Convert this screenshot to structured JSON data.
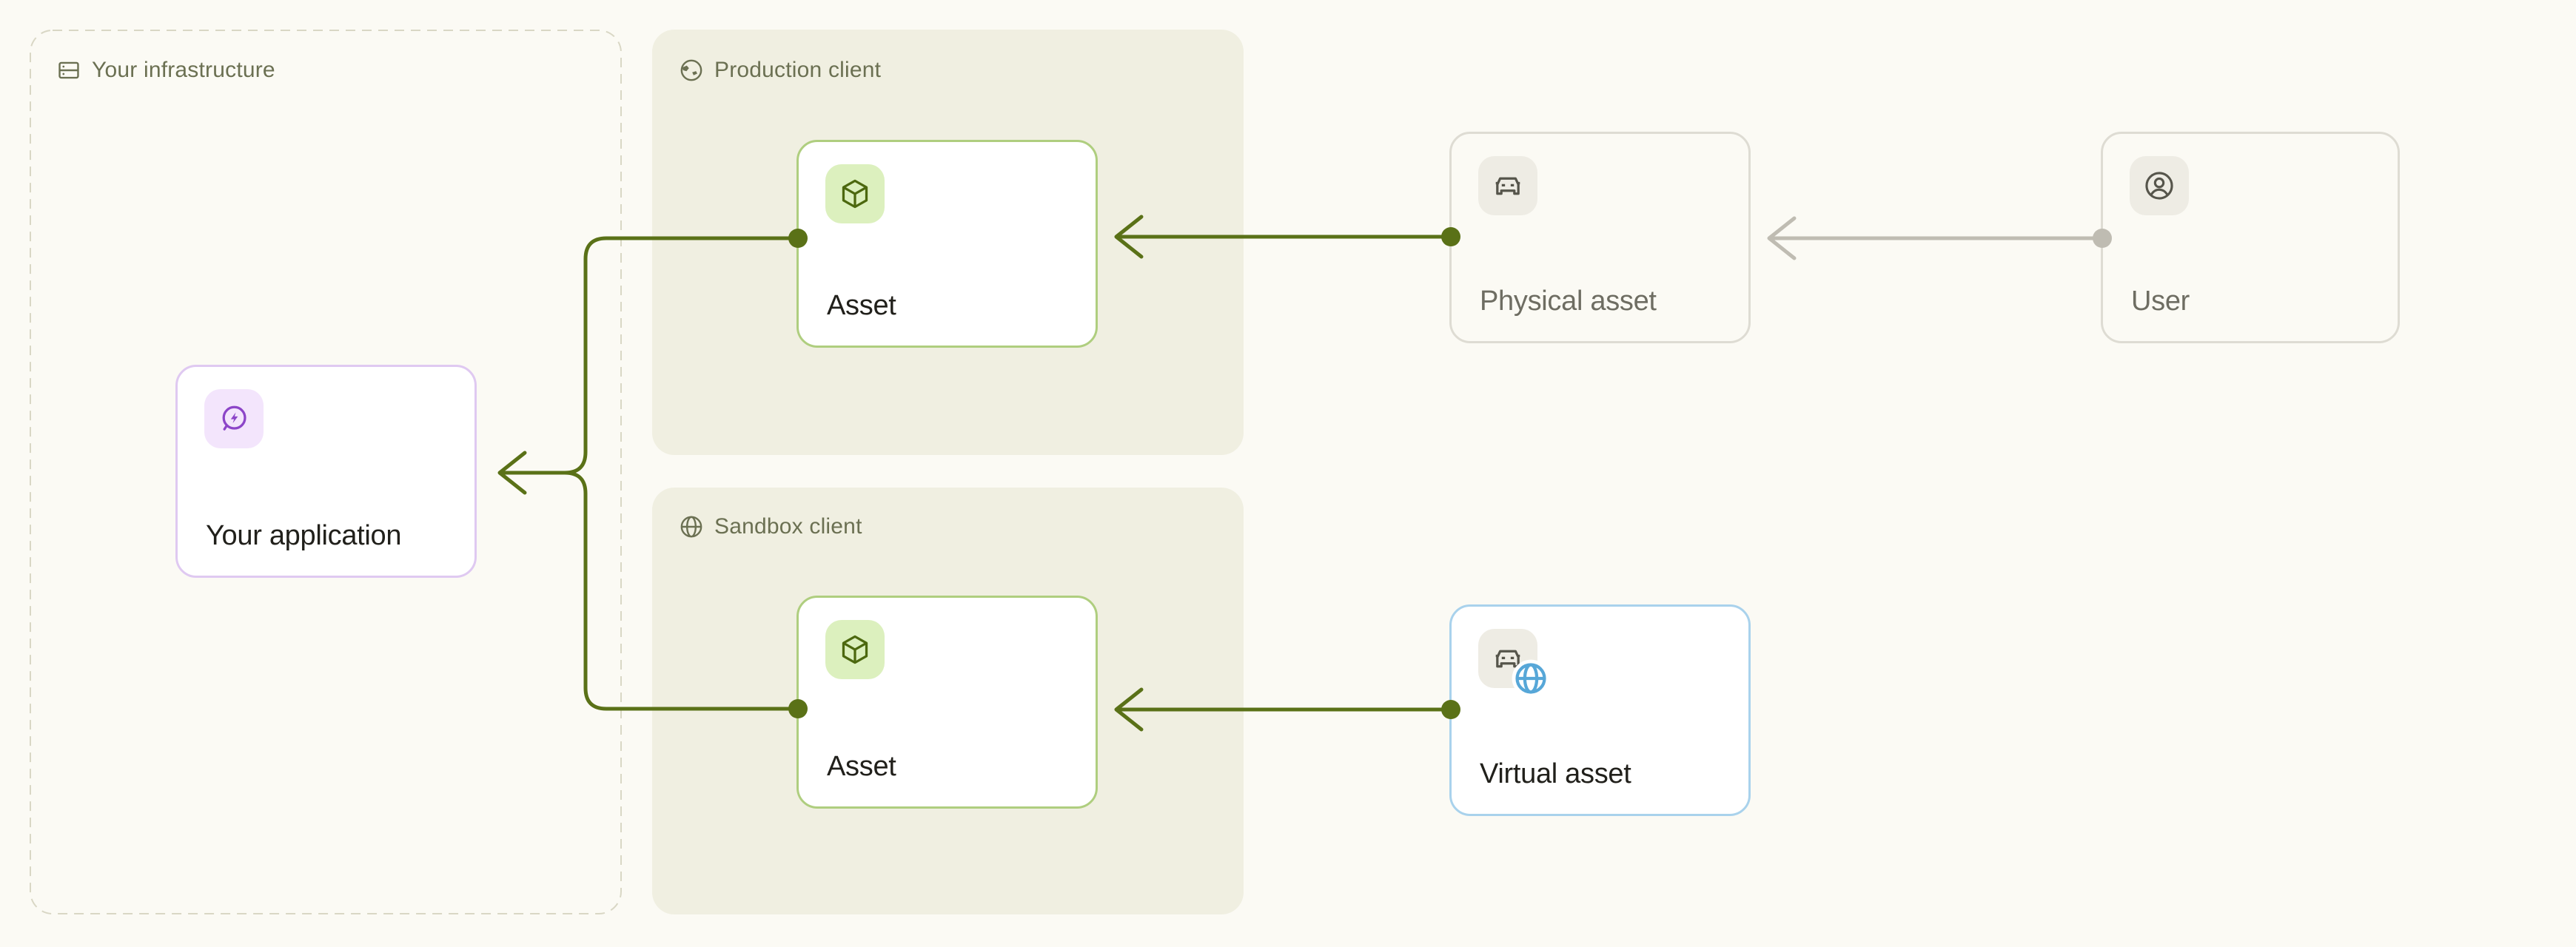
{
  "palette": {
    "page_bg": "#FBFAF4",
    "client_box_bg": "#F0EFE1",
    "dash_border": "#D9D7C5",
    "section_label_olive": "#6B7052",
    "olive_line": "#5A7117",
    "olive_icon_dark": "#4C680F",
    "green_border": "#AFCE7F",
    "green_tile_bg": "#DCF0BE",
    "purple_border": "#DFC9F1",
    "purple_tile_bg": "#F3E5FC",
    "purple_icon": "#8C45C8",
    "blue_border": "#A9D2EC",
    "blue_icon": "#57A7D8",
    "gray_border": "#DEDCD3",
    "gray_tile_bg": "#EEECE4",
    "gray_icon": "#56554B",
    "gray_line": "#BFBCB2",
    "label_dark": "#21201B",
    "label_gray": "#6E6D62"
  },
  "infrastructure": {
    "label": "Your infrastructure",
    "icon": "server-icon"
  },
  "production": {
    "label": "Production client",
    "icon": "earth-icon"
  },
  "sandbox": {
    "label": "Sandbox client",
    "icon": "globe-icon"
  },
  "nodes": {
    "your_application": {
      "label": "Your application",
      "icon": "app-bolt-icon"
    },
    "asset_production": {
      "label": "Asset",
      "icon": "package-icon"
    },
    "asset_sandbox": {
      "label": "Asset",
      "icon": "package-icon"
    },
    "physical_asset": {
      "label": "Physical asset",
      "icon": "car-icon"
    },
    "user": {
      "label": "User",
      "icon": "person-icon"
    },
    "virtual_asset": {
      "label": "Virtual asset",
      "icon": "car-globe-icon"
    }
  },
  "connections": [
    {
      "from": "user",
      "to": "physical_asset",
      "style": "gray"
    },
    {
      "from": "physical_asset",
      "to": "asset_production",
      "style": "olive"
    },
    {
      "from": "virtual_asset",
      "to": "asset_sandbox",
      "style": "olive"
    },
    {
      "from": "asset_production",
      "to": "your_application",
      "style": "olive"
    },
    {
      "from": "asset_sandbox",
      "to": "your_application",
      "style": "olive"
    }
  ]
}
